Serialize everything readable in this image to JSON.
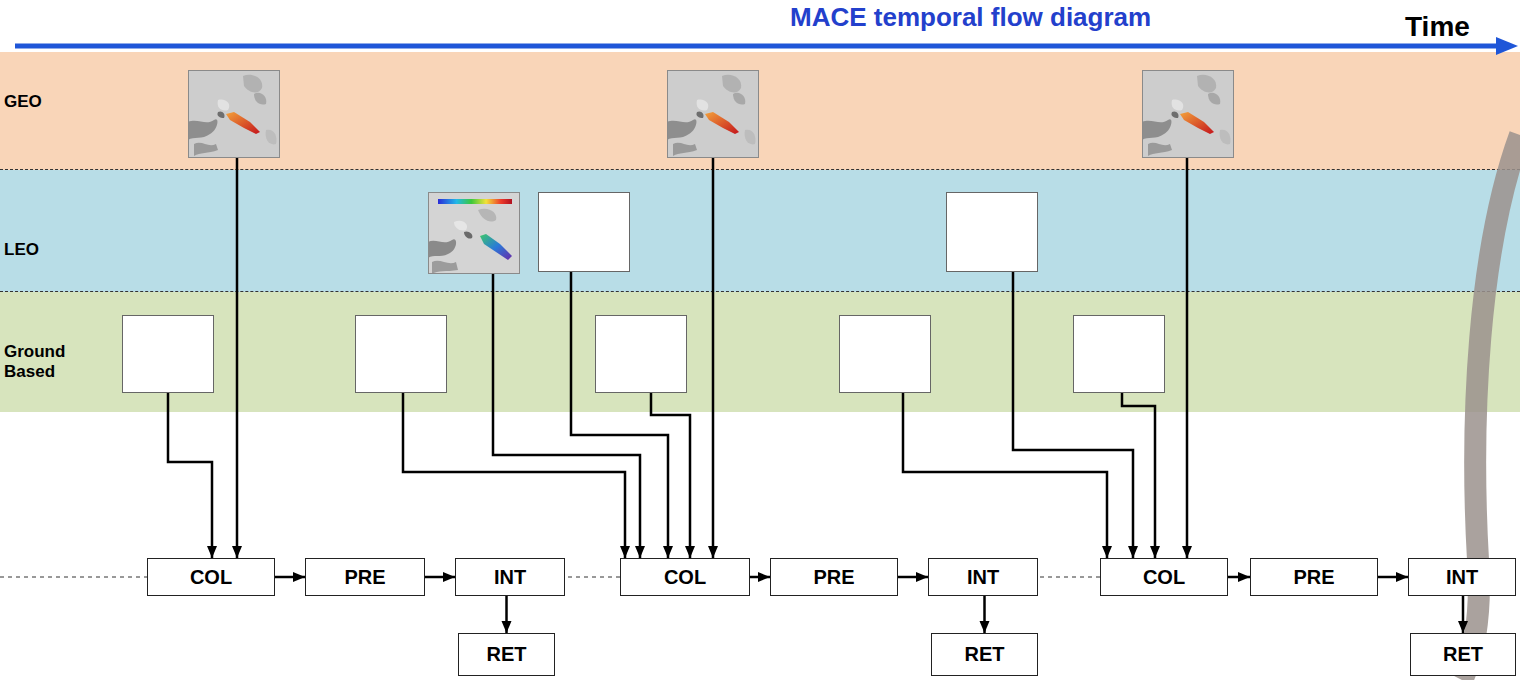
{
  "diagram": {
    "title": "MACE temporal flow diagram",
    "nodes": [
      {
        "text": [
          "GEO"
        ]
      },
      {
        "text": [
          "LEO"
        ]
      },
      {
        "text": [
          "Ground Based"
        ]
      },
      {
        "text": [],
        "in": 0
      },
      {
        "text": [],
        "in": 0
      },
      {
        "text": [],
        "in": 0
      },
      {
        "text": [],
        "in": 1
      },
      {
        "text": [],
        "in": 1
      },
      {
        "text": [],
        "in": 1
      },
      {
        "text": [],
        "in": 2
      },
      {
        "text": [],
        "in": 2
      },
      {
        "text": [],
        "in": 2
      },
      {
        "text": [],
        "in": 2
      },
      {
        "text": [],
        "in": 2
      },
      {
        "text": [
          "COL"
        ]
      },
      {
        "text": [
          "PRE"
        ]
      },
      {
        "text": [
          "INT"
        ]
      },
      {
        "text": [
          "RET"
        ]
      },
      {
        "text": [
          "COL"
        ]
      },
      {
        "text": [
          "PRE"
        ]
      },
      {
        "text": [
          "INT"
        ]
      },
      {
        "text": [
          "RET"
        ]
      },
      {
        "text": [
          "COL"
        ]
      },
      {
        "text": [
          "PRE"
        ]
      },
      {
        "text": [
          "INT"
        ]
      },
      {
        "text": [
          "RET"
        ]
      }
    ],
    "edges": [
      {
        "from": 3,
        "to": 14,
        "arrow": "to"
      },
      {
        "from": 9,
        "to": 14,
        "arrow": "to"
      },
      {
        "from": 14,
        "to": 15,
        "arrow": "to"
      },
      {
        "from": 15,
        "to": 16,
        "arrow": "to"
      },
      {
        "from": 16,
        "to": 17,
        "arrow": "to"
      },
      {
        "from": 10,
        "to": 18,
        "arrow": "to"
      },
      {
        "from": 6,
        "to": 18,
        "arrow": "to"
      },
      {
        "from": 7,
        "to": 18,
        "arrow": "to"
      },
      {
        "from": 11,
        "to": 18,
        "arrow": "to"
      },
      {
        "from": 4,
        "to": 18,
        "arrow": "to"
      },
      {
        "from": 18,
        "to": 19,
        "arrow": "to"
      },
      {
        "from": 19,
        "to": 20,
        "arrow": "to"
      },
      {
        "from": 20,
        "to": 21,
        "arrow": "to"
      },
      {
        "from": 12,
        "to": 22,
        "arrow": "to"
      },
      {
        "from": 8,
        "to": 22,
        "arrow": "to"
      },
      {
        "from": 13,
        "to": 22,
        "arrow": "to"
      },
      {
        "from": 5,
        "to": 22,
        "arrow": "to"
      },
      {
        "from": 22,
        "to": 23,
        "arrow": "to"
      },
      {
        "from": 23,
        "to": 24,
        "arrow": "to"
      },
      {
        "from": 24,
        "to": 25,
        "arrow": "to"
      }
    ],
    "labels": [
      "Time"
    ]
  }
}
